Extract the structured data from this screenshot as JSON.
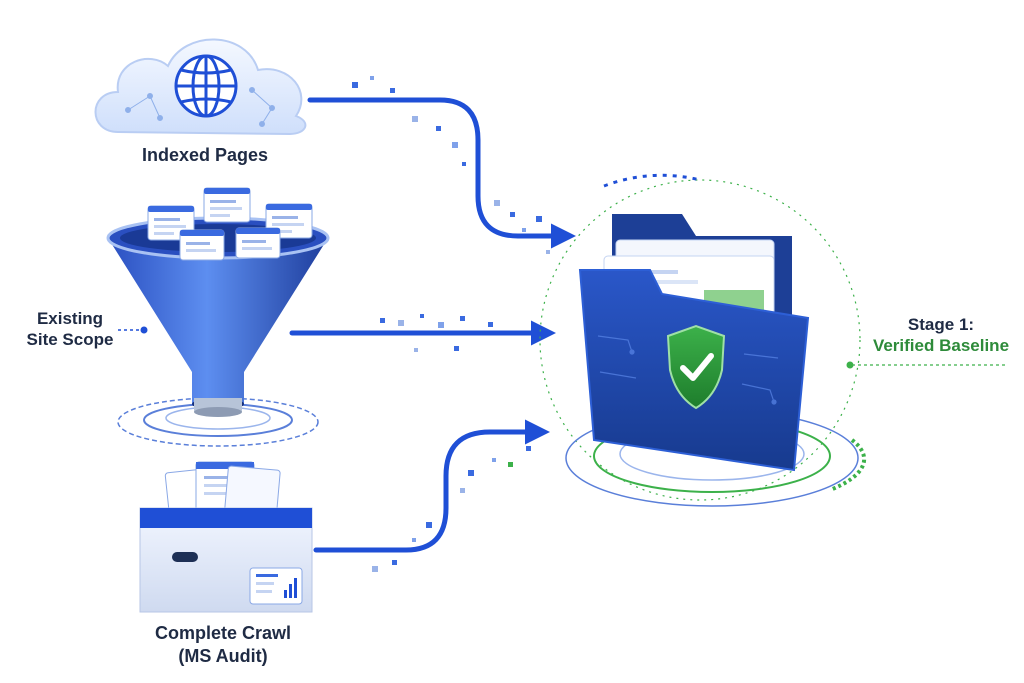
{
  "sources": {
    "indexed_pages": {
      "label": "Indexed Pages",
      "icon": "cloud-globe-icon"
    },
    "site_scope": {
      "label_line1": "Existing",
      "label_line2": "Site Scope",
      "icon": "funnel-icon"
    },
    "complete_crawl": {
      "label_line1": "Complete Crawl",
      "label_line2": "(MS Audit)",
      "icon": "archive-box-icon"
    }
  },
  "target": {
    "label_line1": "Stage 1:",
    "label_line2": "Verified Baseline",
    "icon": "shield-check-folder-icon"
  },
  "colors": {
    "primary_blue": "#1f4fd6",
    "dark_blue": "#1d3f96",
    "light_blue": "#dbe7fb",
    "green": "#2e8b3a",
    "text": "#1f2b44"
  }
}
